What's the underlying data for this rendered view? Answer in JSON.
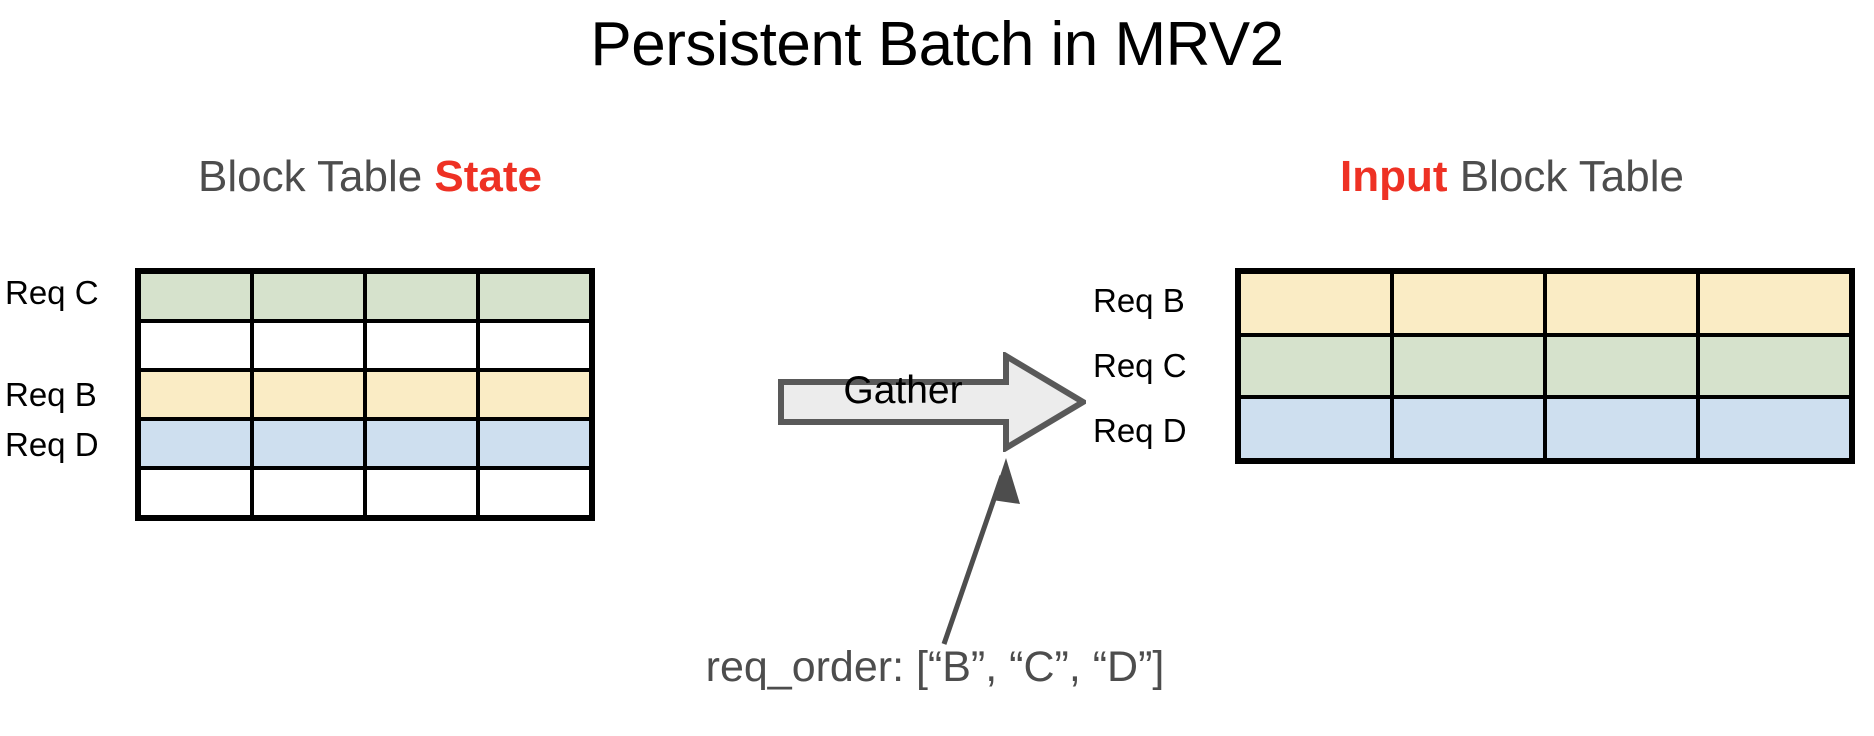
{
  "title": "Persistent Batch in MRV2",
  "palette": {
    "green": "#d6e2cc",
    "yellow": "#faecc5",
    "blue": "#cedfef",
    "empty": "#ffffff",
    "accent_red": "#ee3124",
    "heading_gray": "#4d4d4d",
    "arrow_fill": "#ececec",
    "arrow_stroke": "#595959",
    "grid_line": "#000000"
  },
  "left_panel": {
    "heading_prefix": "Block Table ",
    "heading_accent": "State",
    "columns": 4,
    "rows": [
      {
        "label": "Req C",
        "color": "green",
        "occupied": true
      },
      {
        "label": "",
        "color": "empty",
        "occupied": false
      },
      {
        "label": "Req B",
        "color": "yellow",
        "occupied": true
      },
      {
        "label": "Req D",
        "color": "blue",
        "occupied": true
      },
      {
        "label": "",
        "color": "empty",
        "occupied": false
      }
    ]
  },
  "right_panel": {
    "heading_accent": "Input",
    "heading_suffix": " Block Table",
    "columns": 4,
    "rows": [
      {
        "label": "Req B",
        "color": "yellow",
        "occupied": true
      },
      {
        "label": "Req C",
        "color": "green",
        "occupied": true
      },
      {
        "label": "Req D",
        "color": "blue",
        "occupied": true
      }
    ]
  },
  "gather": {
    "label": "Gather",
    "direction": "right"
  },
  "req_order": {
    "caption": "req_order: [“B”, “C”, “D”]",
    "values": [
      "B",
      "C",
      "D"
    ]
  }
}
